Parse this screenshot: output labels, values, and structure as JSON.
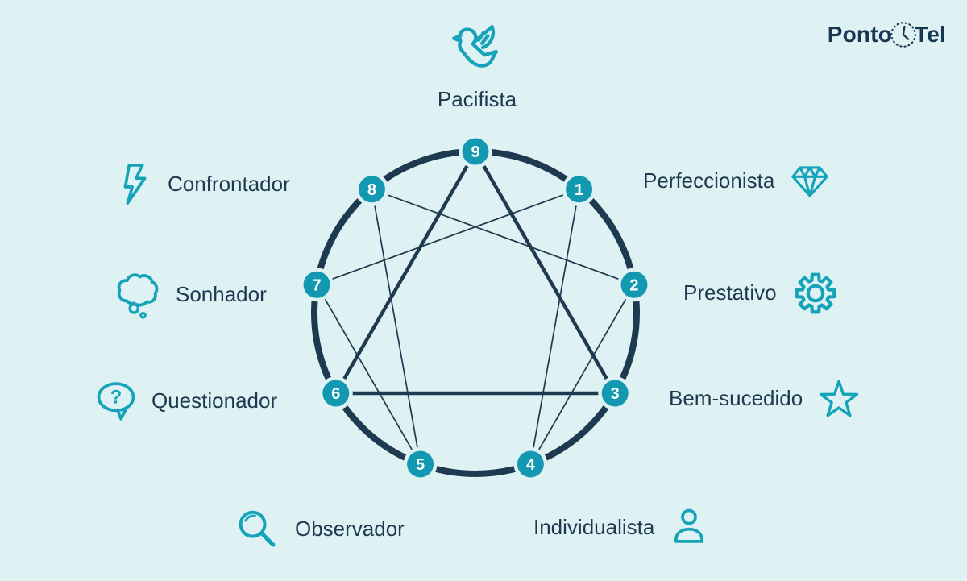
{
  "logo": {
    "text_left": "Ponto",
    "text_right": "Tel",
    "icon": "clock-icon"
  },
  "colors": {
    "background": "#def1f3",
    "navy": "#1d3a50",
    "node_teal": "#1299b1",
    "icon_teal": "#14a3b8"
  },
  "diagram": {
    "sequence": [
      "9",
      "1",
      "2",
      "3",
      "4",
      "5",
      "6",
      "7",
      "8"
    ],
    "triangle_connections": [
      [
        "9",
        "3"
      ],
      [
        "3",
        "6"
      ],
      [
        "6",
        "9"
      ]
    ],
    "hexad_connections": [
      [
        "1",
        "4"
      ],
      [
        "4",
        "2"
      ],
      [
        "2",
        "8"
      ],
      [
        "8",
        "5"
      ],
      [
        "5",
        "7"
      ],
      [
        "7",
        "1"
      ]
    ]
  },
  "types": [
    {
      "number": "1",
      "label": "Perfeccionista",
      "icon": "diamond-icon"
    },
    {
      "number": "2",
      "label": "Prestativo",
      "icon": "gear-icon"
    },
    {
      "number": "3",
      "label": "Bem-sucedido",
      "icon": "star-icon"
    },
    {
      "number": "4",
      "label": "Individualista",
      "icon": "person-icon"
    },
    {
      "number": "5",
      "label": "Observador",
      "icon": "magnifier-icon"
    },
    {
      "number": "6",
      "label": "Questionador",
      "icon": "question-bubble-icon"
    },
    {
      "number": "7",
      "label": "Sonhador",
      "icon": "thought-cloud-icon"
    },
    {
      "number": "8",
      "label": "Confrontador",
      "icon": "lightning-icon"
    },
    {
      "number": "9",
      "label": "Pacifista",
      "icon": "dove-icon"
    }
  ],
  "icons": {
    "question_glyph": "?"
  }
}
